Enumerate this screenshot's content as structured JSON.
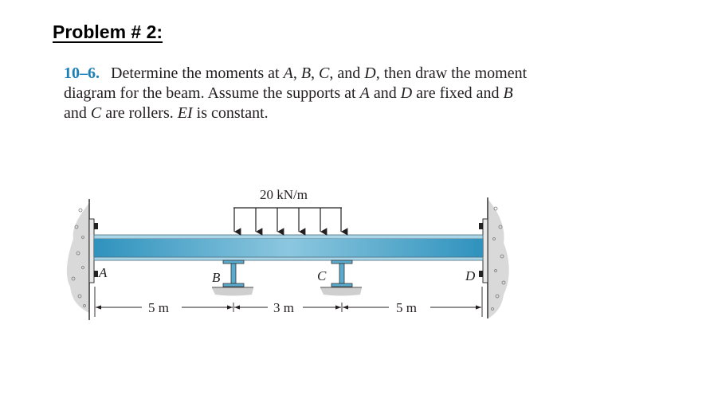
{
  "header": {
    "title": "Problem # 2:"
  },
  "problem": {
    "number": "10–6.",
    "text": "Determine the moments at A, B, C, and D, then draw the moment diagram for the beam. Assume the supports at A and D are fixed and B and C are rollers. EI is constant."
  },
  "figure": {
    "load_label": "20 kN/m",
    "supports": {
      "A": "A",
      "B": "B",
      "C": "C",
      "D": "D"
    },
    "dimensions": {
      "AB": "5 m",
      "BC": "3 m",
      "CD": "5 m"
    },
    "colors": {
      "beam": "#3fa0c6",
      "beam_light": "#a9d6e8",
      "wall": "#d8d8d8",
      "accent": "#1d7fb8"
    }
  }
}
